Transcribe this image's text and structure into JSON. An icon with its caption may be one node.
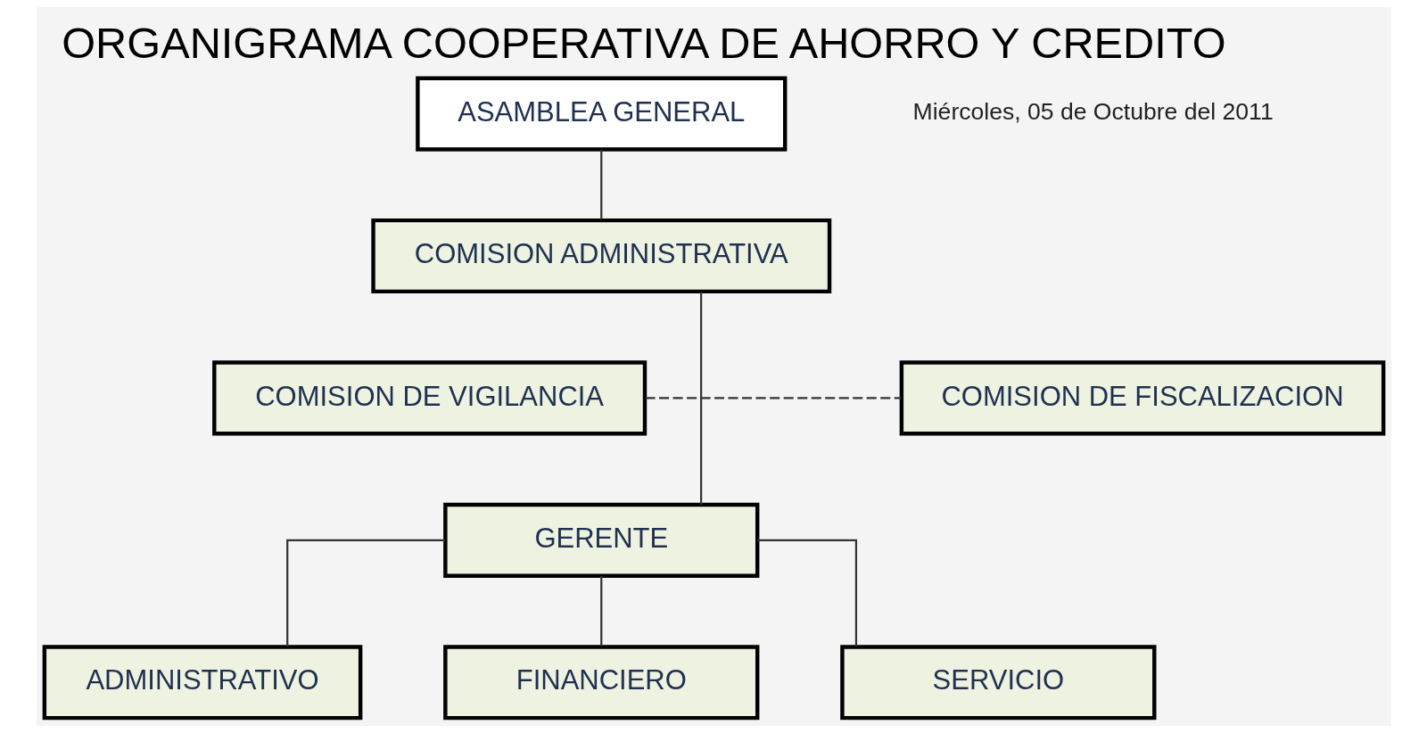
{
  "diagram": {
    "title": "ORGANIGRAMA COOPERATIVA DE AHORRO Y CREDITO",
    "nodes": [
      {
        "text": [
          "ASAMBLEA GENERAL"
        ]
      },
      {
        "text": [
          "COMISION ADMINISTRATIVA"
        ]
      },
      {
        "text": [
          "COMISION DE VIGILANCIA"
        ]
      },
      {
        "text": [
          "COMISION DE FISCALIZACION"
        ]
      },
      {
        "text": [
          "GERENTE"
        ]
      },
      {
        "text": [
          "ADMINISTRATIVO"
        ]
      },
      {
        "text": [
          "FINANCIERO"
        ]
      },
      {
        "text": [
          "SERVICIO"
        ]
      }
    ],
    "edges": [
      {
        "from": 0,
        "to": 1,
        "arrow": "none"
      },
      {
        "from": 1,
        "to": 4,
        "arrow": "none"
      },
      {
        "from": 2,
        "to": 3,
        "arrow": "none",
        "style": "dashed"
      },
      {
        "from": 4,
        "to": 5,
        "arrow": "none"
      },
      {
        "from": 4,
        "to": 6,
        "arrow": "none"
      },
      {
        "from": 4,
        "to": 7,
        "arrow": "none"
      }
    ],
    "labels": [
      "Miércoles, 05 de Octubre del 2011"
    ]
  }
}
